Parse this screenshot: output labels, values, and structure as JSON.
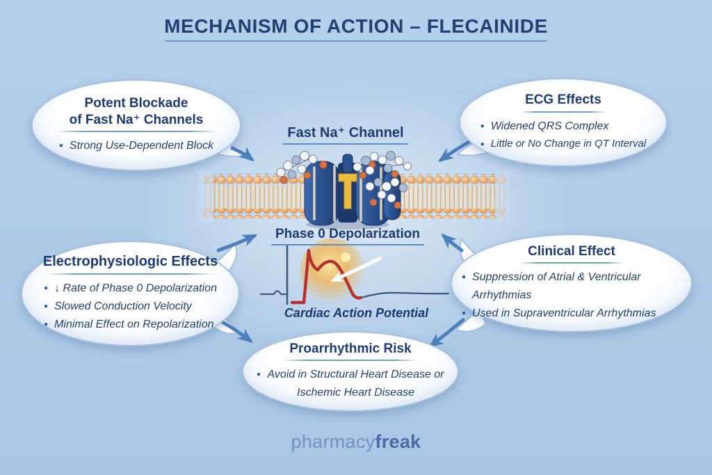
{
  "title": "MECHANISM OF ACTION – FLECAINIDE",
  "center": {
    "channel_label": "Fast Na⁺ Channel",
    "phase_label": "Phase 0 Depolarization",
    "ap_caption": "Cardiac Action Potential"
  },
  "bubbles": {
    "potent_blockade": {
      "title_line1": "Potent Blockade",
      "title_line2": "of Fast Na⁺ Channels",
      "bullets": [
        "Strong Use-Dependent Block"
      ]
    },
    "ecg_effects": {
      "title": "ECG Effects",
      "bullets": [
        "Widened QRS Complex",
        "Little or No Change in QT Interval"
      ]
    },
    "electrophysiologic_effects": {
      "title": "Electrophysiologic Effects",
      "bullets": [
        "↓ Rate of Phase 0 Depolarization",
        "Slowed Conduction Velocity",
        "Minimal Effect on Repolarization"
      ]
    },
    "clinical_effect": {
      "title": "Clinical Effect",
      "bullets": [
        "Suppression of Atrial & Ventricular Arrhythmias",
        "Used in Supraventricular Arrhythmias"
      ]
    },
    "proarrhythmic_risk": {
      "title": "Proarrhythmic Risk",
      "bullets": [
        "Avoid in Structural Heart Disease or Ischemic Heart Disease"
      ]
    }
  },
  "footer": {
    "brand_regular": "pharmacy",
    "brand_bold": "freak"
  },
  "icons": {
    "bullet": "●"
  },
  "colors": {
    "background": "#aecbe8",
    "heading_text": "#1e3a6e",
    "body_text": "#24406e",
    "arrow_blue": "#4d7fbb",
    "bubble_fill": "#ffffff",
    "bubble_border": "#a6c1dd",
    "ap_curve_red": "#b5322a",
    "ap_glow_orange": "#f2b24a",
    "lipid_head_orange": "#e8a96d",
    "channel_blue": "#2c5291",
    "channel_gate_yellow": "#eabc3f",
    "brand_light_blue": "#7292be",
    "brand_dark_blue": "#4b6ba3"
  }
}
